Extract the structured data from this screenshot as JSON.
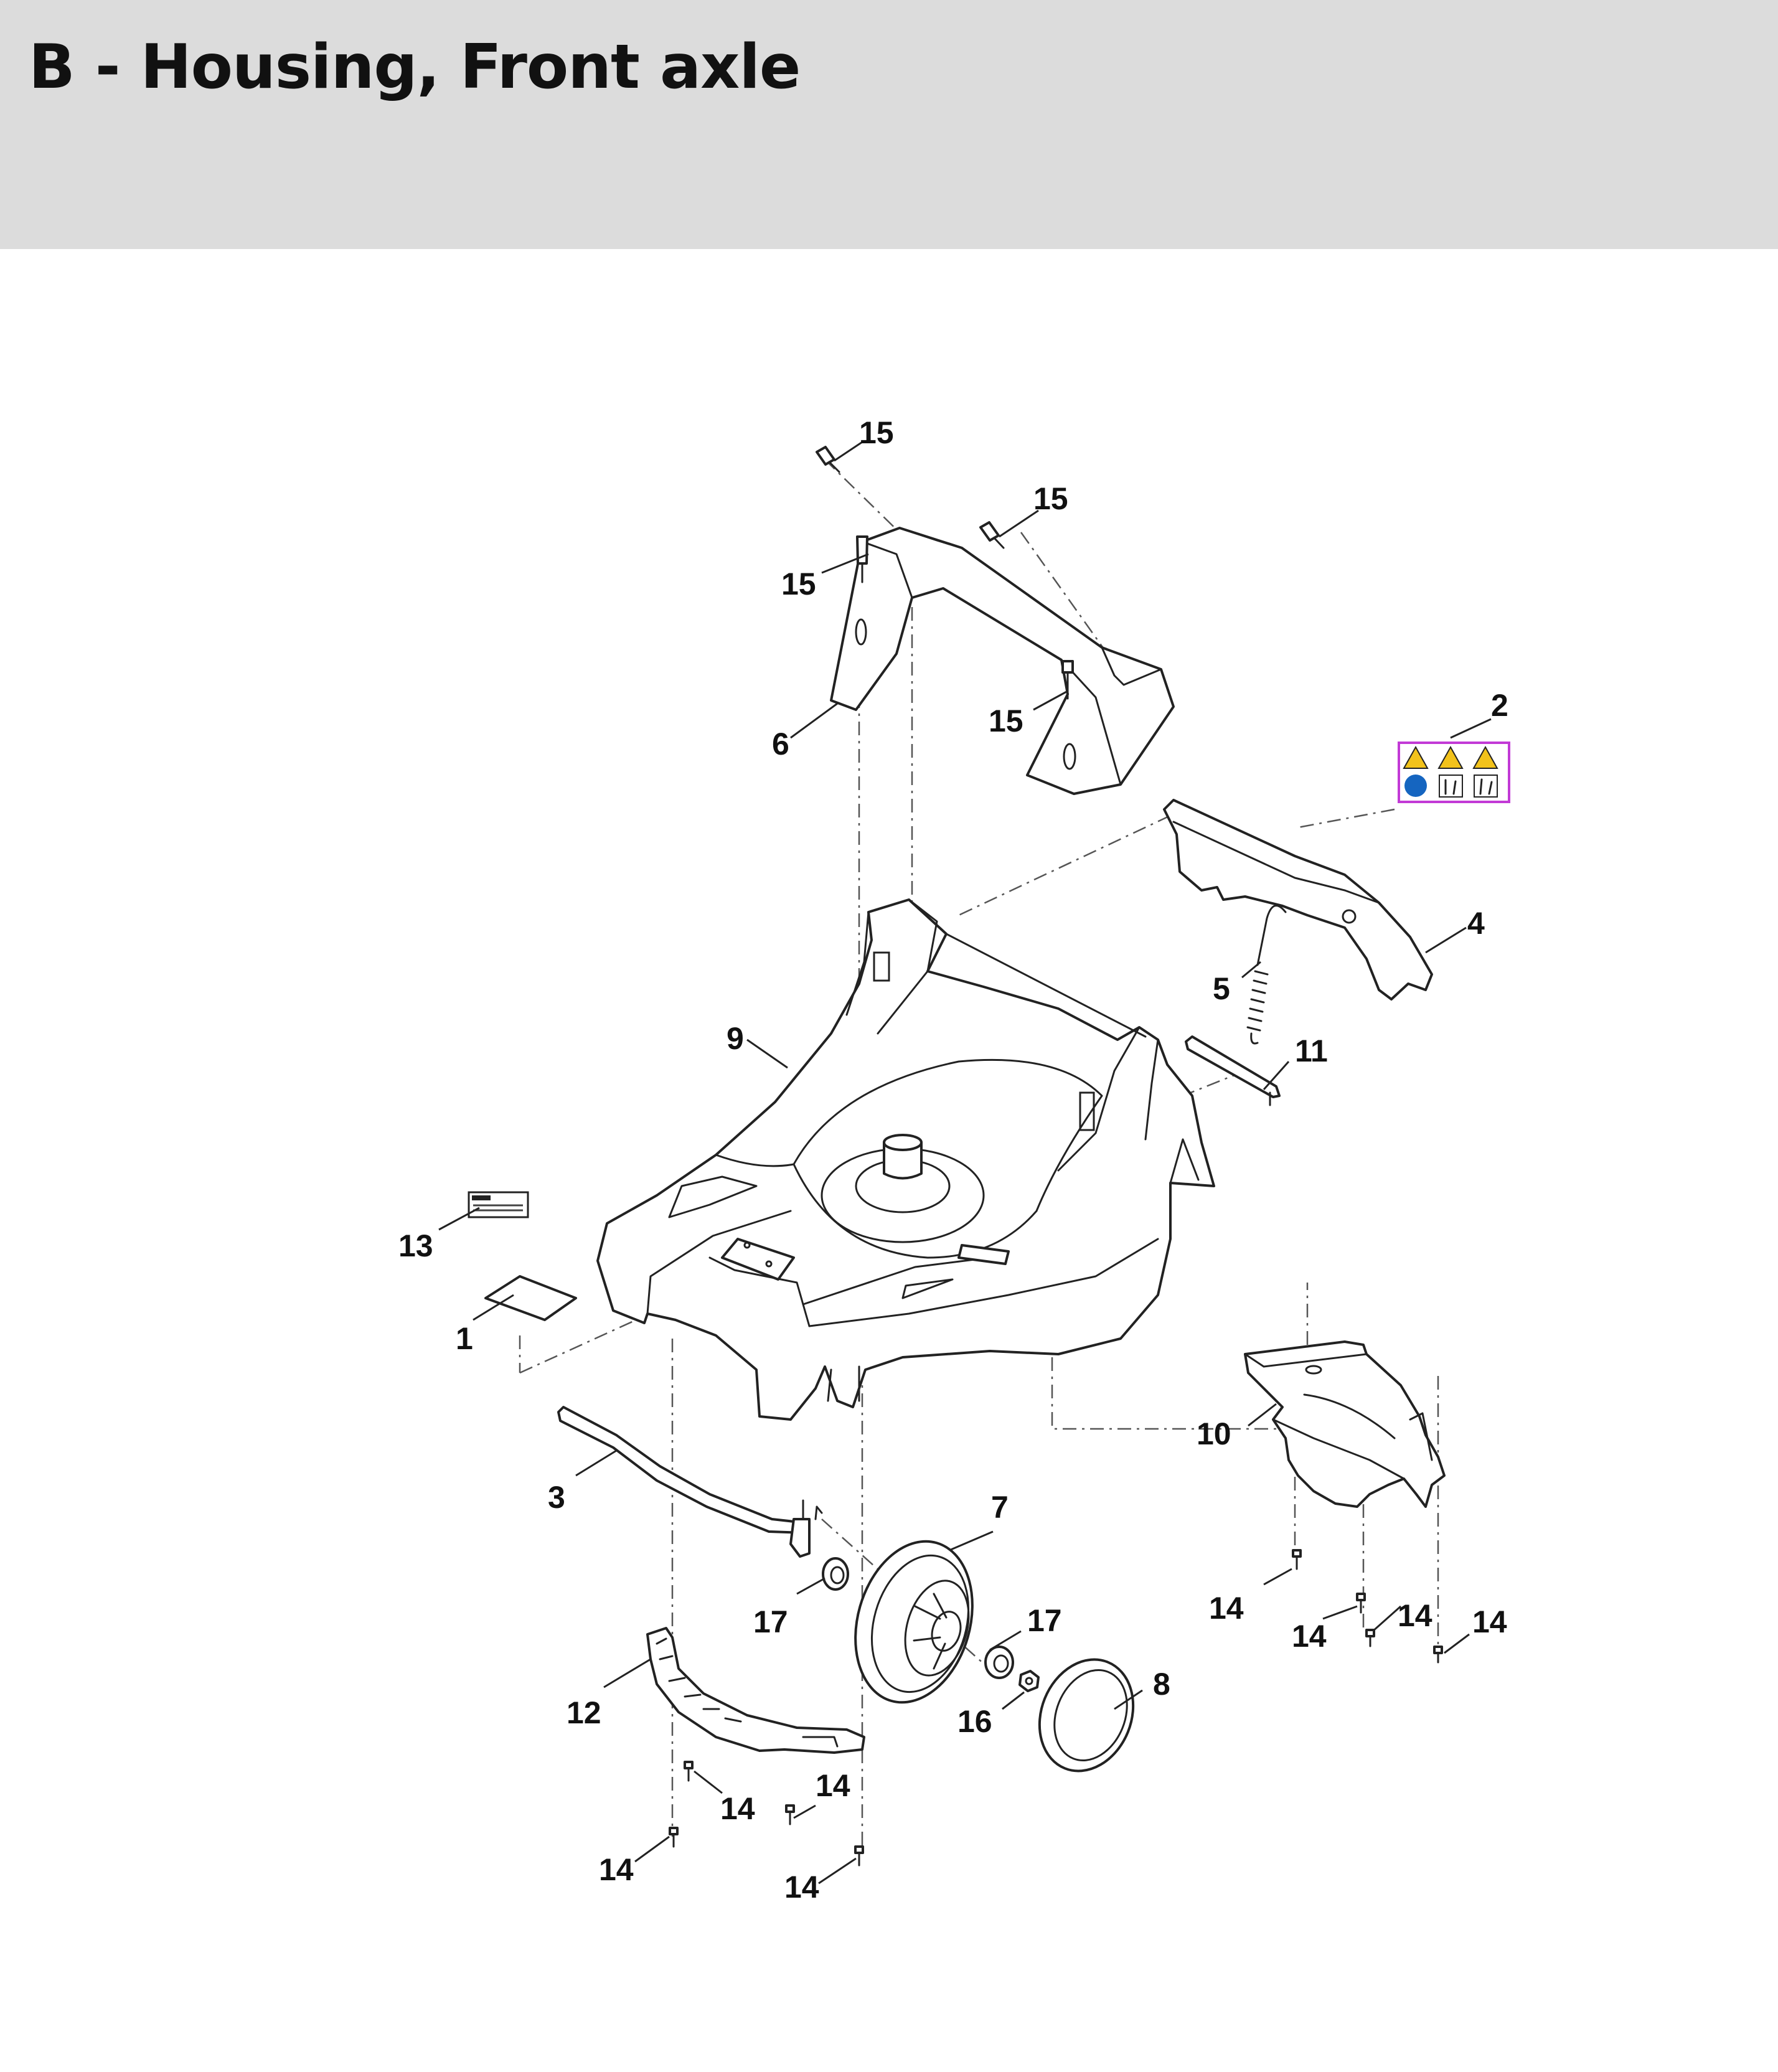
{
  "title": "B - Housing, Front axle",
  "callouts": [
    {
      "id": "c1",
      "label": "1"
    },
    {
      "id": "c2",
      "label": "2"
    },
    {
      "id": "c3",
      "label": "3"
    },
    {
      "id": "c4",
      "label": "4"
    },
    {
      "id": "c5",
      "label": "5"
    },
    {
      "id": "c6",
      "label": "6"
    },
    {
      "id": "c7",
      "label": "7"
    },
    {
      "id": "c8",
      "label": "8"
    },
    {
      "id": "c9",
      "label": "9"
    },
    {
      "id": "c10",
      "label": "10"
    },
    {
      "id": "c11",
      "label": "11"
    },
    {
      "id": "c12",
      "label": "12"
    },
    {
      "id": "c13",
      "label": "13"
    },
    {
      "id": "c14a",
      "label": "14"
    },
    {
      "id": "c14b",
      "label": "14"
    },
    {
      "id": "c14c",
      "label": "14"
    },
    {
      "id": "c14d",
      "label": "14"
    },
    {
      "id": "c14e",
      "label": "14"
    },
    {
      "id": "c14f",
      "label": "14"
    },
    {
      "id": "c14g",
      "label": "14"
    },
    {
      "id": "c14h",
      "label": "14"
    },
    {
      "id": "c15a",
      "label": "15"
    },
    {
      "id": "c15b",
      "label": "15"
    },
    {
      "id": "c15c",
      "label": "15"
    },
    {
      "id": "c15d",
      "label": "15"
    },
    {
      "id": "c16",
      "label": "16"
    },
    {
      "id": "c17a",
      "label": "17"
    },
    {
      "id": "c17b",
      "label": "17"
    }
  ],
  "colors": {
    "header_bg": "#dcdcdc",
    "warning_yellow": "#f2c21b",
    "mandatory_blue": "#1565c0",
    "label_border_magenta": "#c23ad6"
  }
}
